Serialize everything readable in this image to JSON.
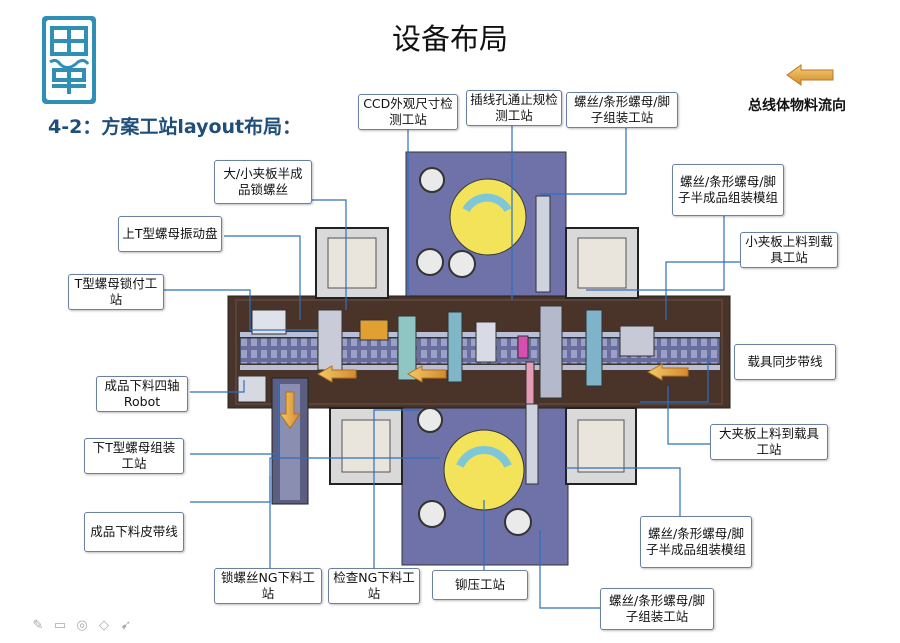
{
  "slide": {
    "title": "设备布局",
    "section_title": "4-2：方案工站layout布局："
  },
  "legend": {
    "label": "总线体物料流向",
    "arrow_color": "#e8a13a"
  },
  "colors": {
    "leader": "#2f6fbf",
    "frame": "#4a342a",
    "station": "#6b6fa6",
    "turntable": "#f2e35a"
  },
  "callouts": [
    {
      "id": "ccd",
      "text": "CCD外观尺寸检测工站"
    },
    {
      "id": "insert",
      "text": "插线孔通止规检测工站"
    },
    {
      "id": "screw_top",
      "text": "螺丝/条形螺母/脚子组装工站"
    },
    {
      "id": "screw_module_top",
      "text": "螺丝/条形螺母/脚子半成品组装模组"
    },
    {
      "id": "small_plate_load",
      "text": "小夹板上料到载具工站"
    },
    {
      "id": "carrier_belt",
      "text": "载具同步带线"
    },
    {
      "id": "big_plate_load",
      "text": "大夹板上料到载具工站"
    },
    {
      "id": "screw_module_bottom",
      "text": "螺丝/条形螺母/脚子半成品组装模组"
    },
    {
      "id": "screw_bottom",
      "text": "螺丝/条形螺母/脚子组装工站"
    },
    {
      "id": "rivet",
      "text": "铆压工站"
    },
    {
      "id": "ng_check",
      "text": "检查NG下料工站"
    },
    {
      "id": "ng_screw",
      "text": "锁螺丝NG下料工站"
    },
    {
      "id": "product_belt",
      "text": "成品下料皮带线"
    },
    {
      "id": "lower_t_nut",
      "text": "下T型螺母组装工站"
    },
    {
      "id": "robot",
      "text": "成品下料四轴Robot"
    },
    {
      "id": "t_nut_lock",
      "text": "T型螺母锁付工站"
    },
    {
      "id": "upper_t_nut",
      "text": "上T型螺母振动盘"
    },
    {
      "id": "semi_lock",
      "text": "大/小夹板半成品锁螺丝"
    }
  ],
  "icons": [
    "pen-icon",
    "slide-icon",
    "zoom-icon",
    "eraser-icon",
    "pointer-icon"
  ]
}
